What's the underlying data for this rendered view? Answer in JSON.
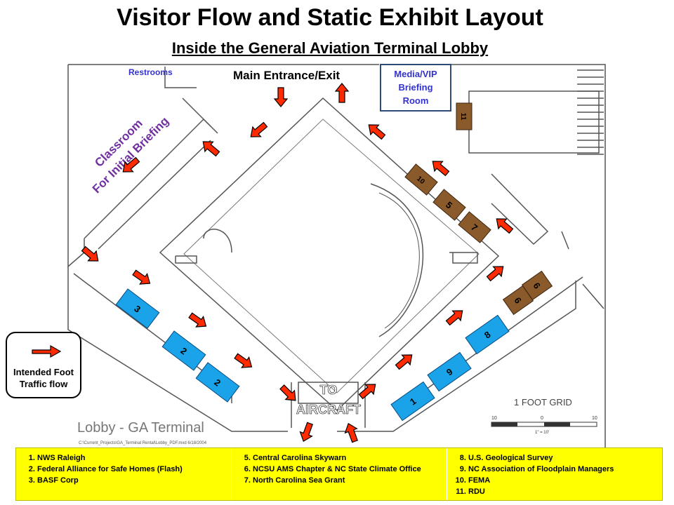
{
  "title": "Visitor Flow and Static Exhibit Layout",
  "subtitle": "Inside the General Aviation Terminal Lobby",
  "labels": {
    "restrooms": "Restrooms",
    "main_entrance": "Main Entrance/Exit",
    "media_line1": "Media/VIP",
    "media_line2": "Briefing",
    "media_line3": "Room",
    "classroom_line1": "Classroom",
    "classroom_line2": "For Initial Briefing",
    "to_line1": "TO",
    "to_line2": "AIRCRAFT",
    "foot_line1": "Intended Foot",
    "foot_line2": "Traffic flow",
    "lobby": "Lobby - GA Terminal",
    "grid": "1 FOOT GRID",
    "path": "C:\\Current_Projects\\GA_Terminal Rental\\Lobby_PDF.mxd  6/18/2004",
    "scale_0": "0",
    "scale_10": "10",
    "scale_neg10": "10",
    "scale_ratio": "1\" = 10'"
  },
  "booths": {
    "b3": "3",
    "b2a": "2",
    "b2b": "2",
    "b1": "1",
    "b9": "9",
    "b8": "8",
    "b6a": "6",
    "b6b": "6",
    "b10": "10",
    "b5": "5",
    "b7": "7",
    "b11": "11"
  },
  "legend": {
    "col1": [
      "NWS Raleigh",
      "Federal Alliance for Safe Homes (Flash)",
      "BASF Corp"
    ],
    "col2": [
      "Central Carolina Skywarn",
      "NCSU AMS Chapter & NC State Climate Office",
      "North Carolina Sea Grant"
    ],
    "col3": [
      "U.S. Geological Survey",
      "NC Association of Floodplain Managers",
      "FEMA",
      "RDU"
    ]
  },
  "colors": {
    "blue_booth": "#1aa3e8",
    "brown_booth": "#8b5a2b",
    "arrow": "#ff0000",
    "legend_bg": "#ffff00",
    "room_label": "#3333cc",
    "classroom_label": "#7030a0"
  }
}
